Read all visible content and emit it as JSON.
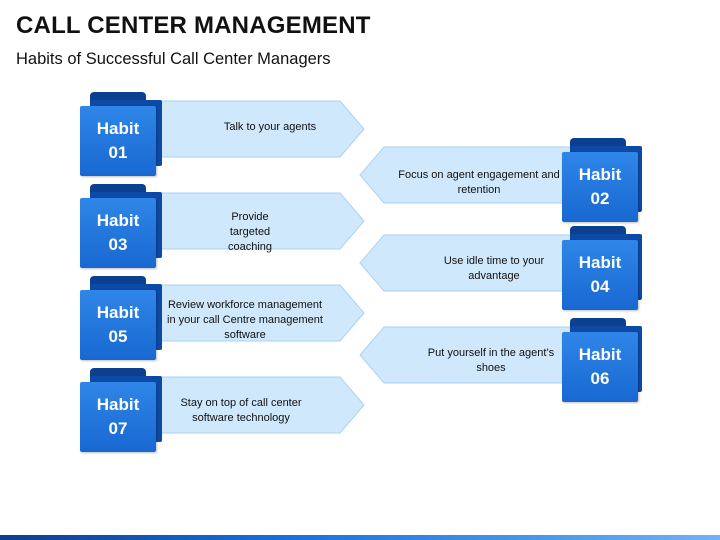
{
  "title": "CALL CENTER MANAGEMENT",
  "subtitle": "Habits of Successful Call Center Managers",
  "colors": {
    "folder": "#1e74dc",
    "folder_dark": "#0d4aa6",
    "arrow_fill": "#cfe8fc"
  },
  "habits": [
    {
      "label": "Habit",
      "number": "01",
      "text": "Talk to your agents"
    },
    {
      "label": "Habit",
      "number": "02",
      "text": "Focus on agent engagement and retention"
    },
    {
      "label": "Habit",
      "number": "03",
      "text": "Provide targeted coaching"
    },
    {
      "label": "Habit",
      "number": "04",
      "text": "Use idle time to your advantage"
    },
    {
      "label": "Habit",
      "number": "05",
      "text": "Review workforce management in your call Centre management software"
    },
    {
      "label": "Habit",
      "number": "06",
      "text": "Put yourself in the agent’s shoes"
    },
    {
      "label": "Habit",
      "number": "07",
      "text": "Stay on top of call center software technology"
    }
  ]
}
